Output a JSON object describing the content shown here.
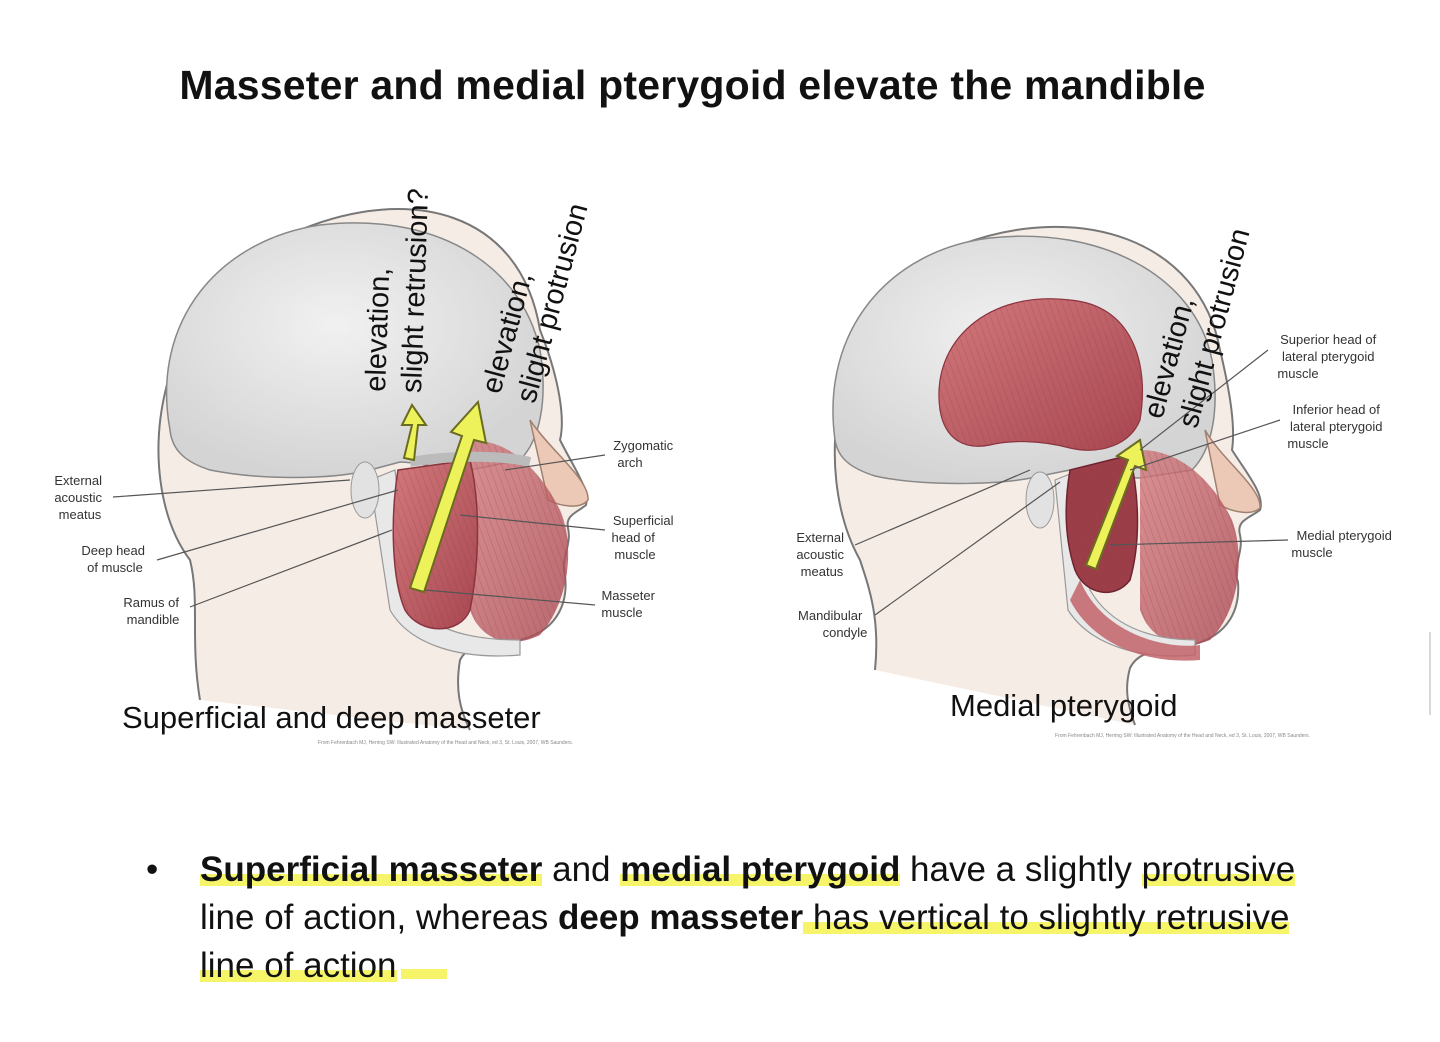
{
  "title": "Masseter and medial pterygoid elevate the mandible",
  "figures": {
    "left": {
      "caption": "Superficial and deep masseter",
      "credit": "From Fehrenbach MJ, Herring SW: Illustrated Anatomy of the Head and Neck, ed 3, St. Louis, 2007, WB Saunders.",
      "arrow_labels": {
        "deep": [
          "elevation,",
          "slight retrusion?"
        ],
        "superficial": [
          "elevation,",
          "slight protrusion"
        ]
      },
      "callouts": {
        "external_acoustic_meatus": [
          "External",
          "acoustic",
          "meatus"
        ],
        "deep_head": [
          "Deep head",
          "of muscle"
        ],
        "ramus": [
          "Ramus of",
          "mandible"
        ],
        "zygomatic_arch": [
          "Zygomatic",
          "arch"
        ],
        "superficial_head": [
          "Superficial",
          "head of",
          "muscle"
        ],
        "masseter_muscle": [
          "Masseter",
          "muscle"
        ]
      }
    },
    "right": {
      "caption": "Medial pterygoid",
      "credit": "From Fehrenbach MJ, Herring SW: Illustrated Anatomy of the Head and Neck, ed 3, St. Louis, 2007, WB Saunders.",
      "arrow_labels": {
        "medial": [
          "elevation,",
          "slight protrusion"
        ]
      },
      "callouts": {
        "external_acoustic_meatus": [
          "External",
          "acoustic",
          "meatus"
        ],
        "mandibular_condyle": [
          "Mandibular",
          "condyle"
        ],
        "superior_head": [
          "Superior head of",
          "lateral pterygoid",
          "muscle"
        ],
        "inferior_head": [
          "Inferior head of",
          "lateral pterygoid",
          "muscle"
        ],
        "medial_pterygoid": [
          "Medial pterygoid",
          "muscle"
        ]
      }
    }
  },
  "bullet": {
    "superficial_masseter": "Superficial masseter",
    "and": " and ",
    "medial_pterygoid": "medial pterygoid",
    "have": " have a slightly ",
    "protrusive": "protrusive",
    "line_whereas": " line of action, whereas ",
    "deep_masseter": "deep masseter",
    "has_vertical": " has vertical to slightly retrusive line of action"
  },
  "colors": {
    "skull": "#dcdcdc",
    "muscle": "#c26468",
    "muscle_dark": "#9a3c44",
    "skin": "#e6bfae",
    "arrow": "#eef25a",
    "highlight": "#f5f350"
  }
}
